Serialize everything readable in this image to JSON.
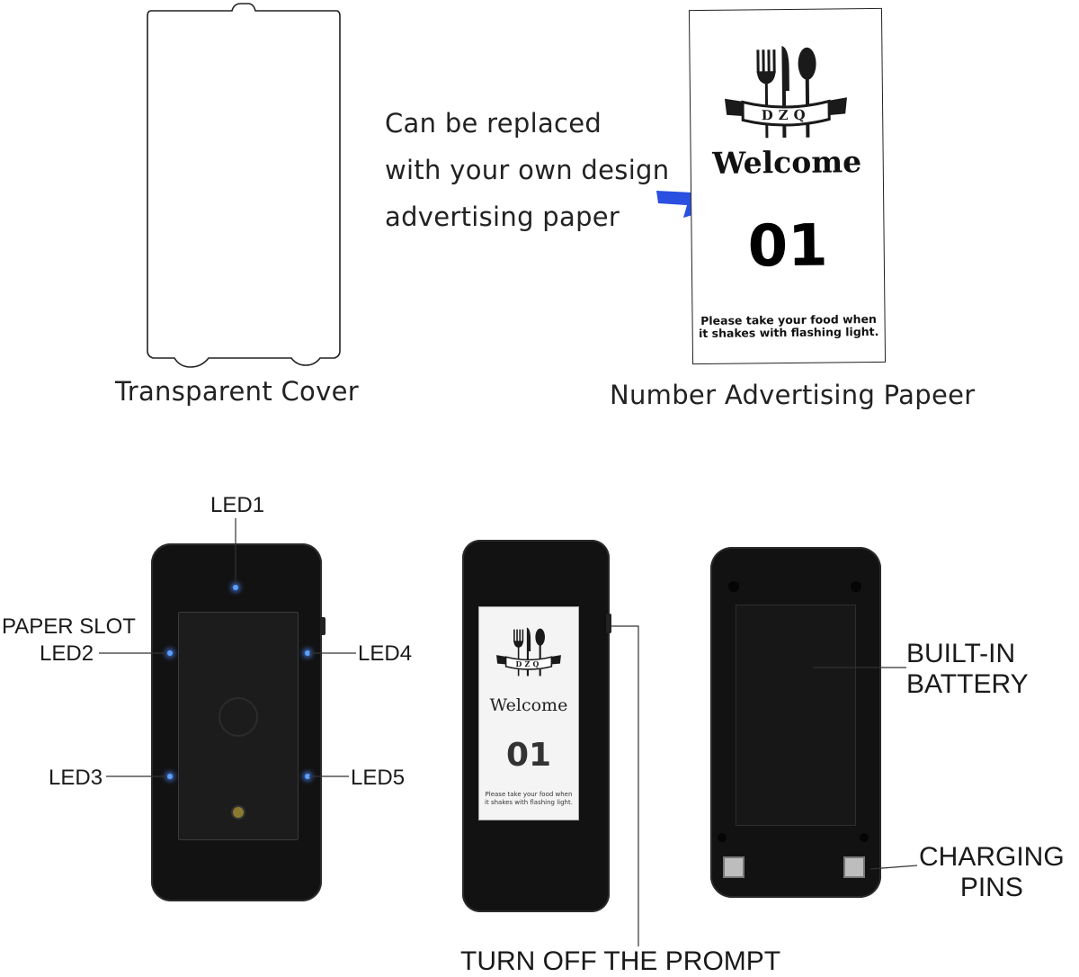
{
  "top": {
    "cover_caption": "Transparent Cover",
    "paper_caption": "Number Advertising Papeer",
    "note_lines": [
      "Can be replaced",
      "with your own design",
      "advertising paper"
    ],
    "arrow_color": "#2b4fe0",
    "ad_paper": {
      "logo_text": "DZQ",
      "welcome": "Welcome",
      "number": "01",
      "note": "Please take your food when\nit shakes with flashing light."
    }
  },
  "bottom": {
    "front_labels": {
      "led1": "LED1",
      "paper_slot": "PAPER SLOT",
      "led2": "LED2",
      "led3": "LED3",
      "led4": "LED4",
      "led5": "LED5"
    },
    "middle_device": {
      "logo_text": "DZQ",
      "welcome": "Welcome",
      "number": "01",
      "note": "Please take your food when\nit shakes with flashing light.",
      "label": "TURN OFF THE PROMPT"
    },
    "back_labels": {
      "battery": "BUILT-IN\nBATTERY",
      "charging": "CHARGING\nPINS"
    },
    "led_color": "#5aa0ff"
  }
}
